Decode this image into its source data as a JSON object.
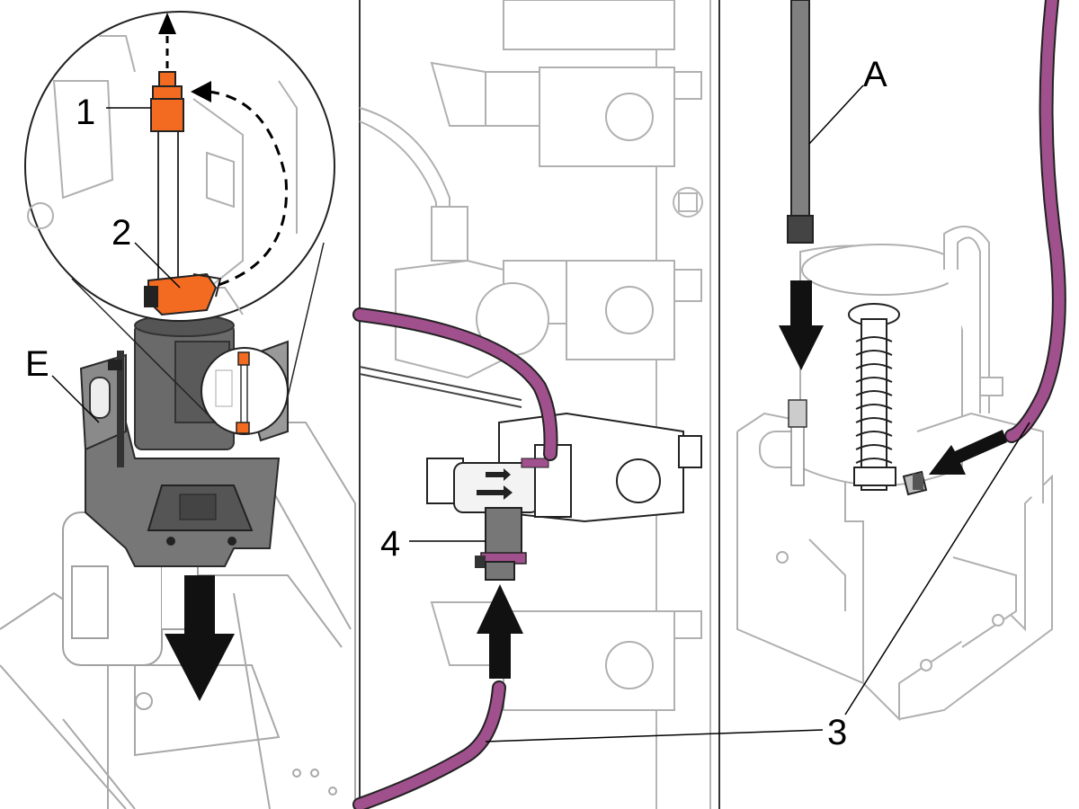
{
  "diagram": {
    "callouts": {
      "part_1": "1",
      "part_2": "2",
      "part_3": "3",
      "part_4": "4",
      "part_A": "A",
      "part_E": "E"
    }
  },
  "colors": {
    "orange_fitting": "#f26b21",
    "hose_purple": "#a0508c",
    "outline_grey": "#9a9a9a",
    "dark_grey": "#4a4a4a",
    "arrow_black": "#000000"
  }
}
